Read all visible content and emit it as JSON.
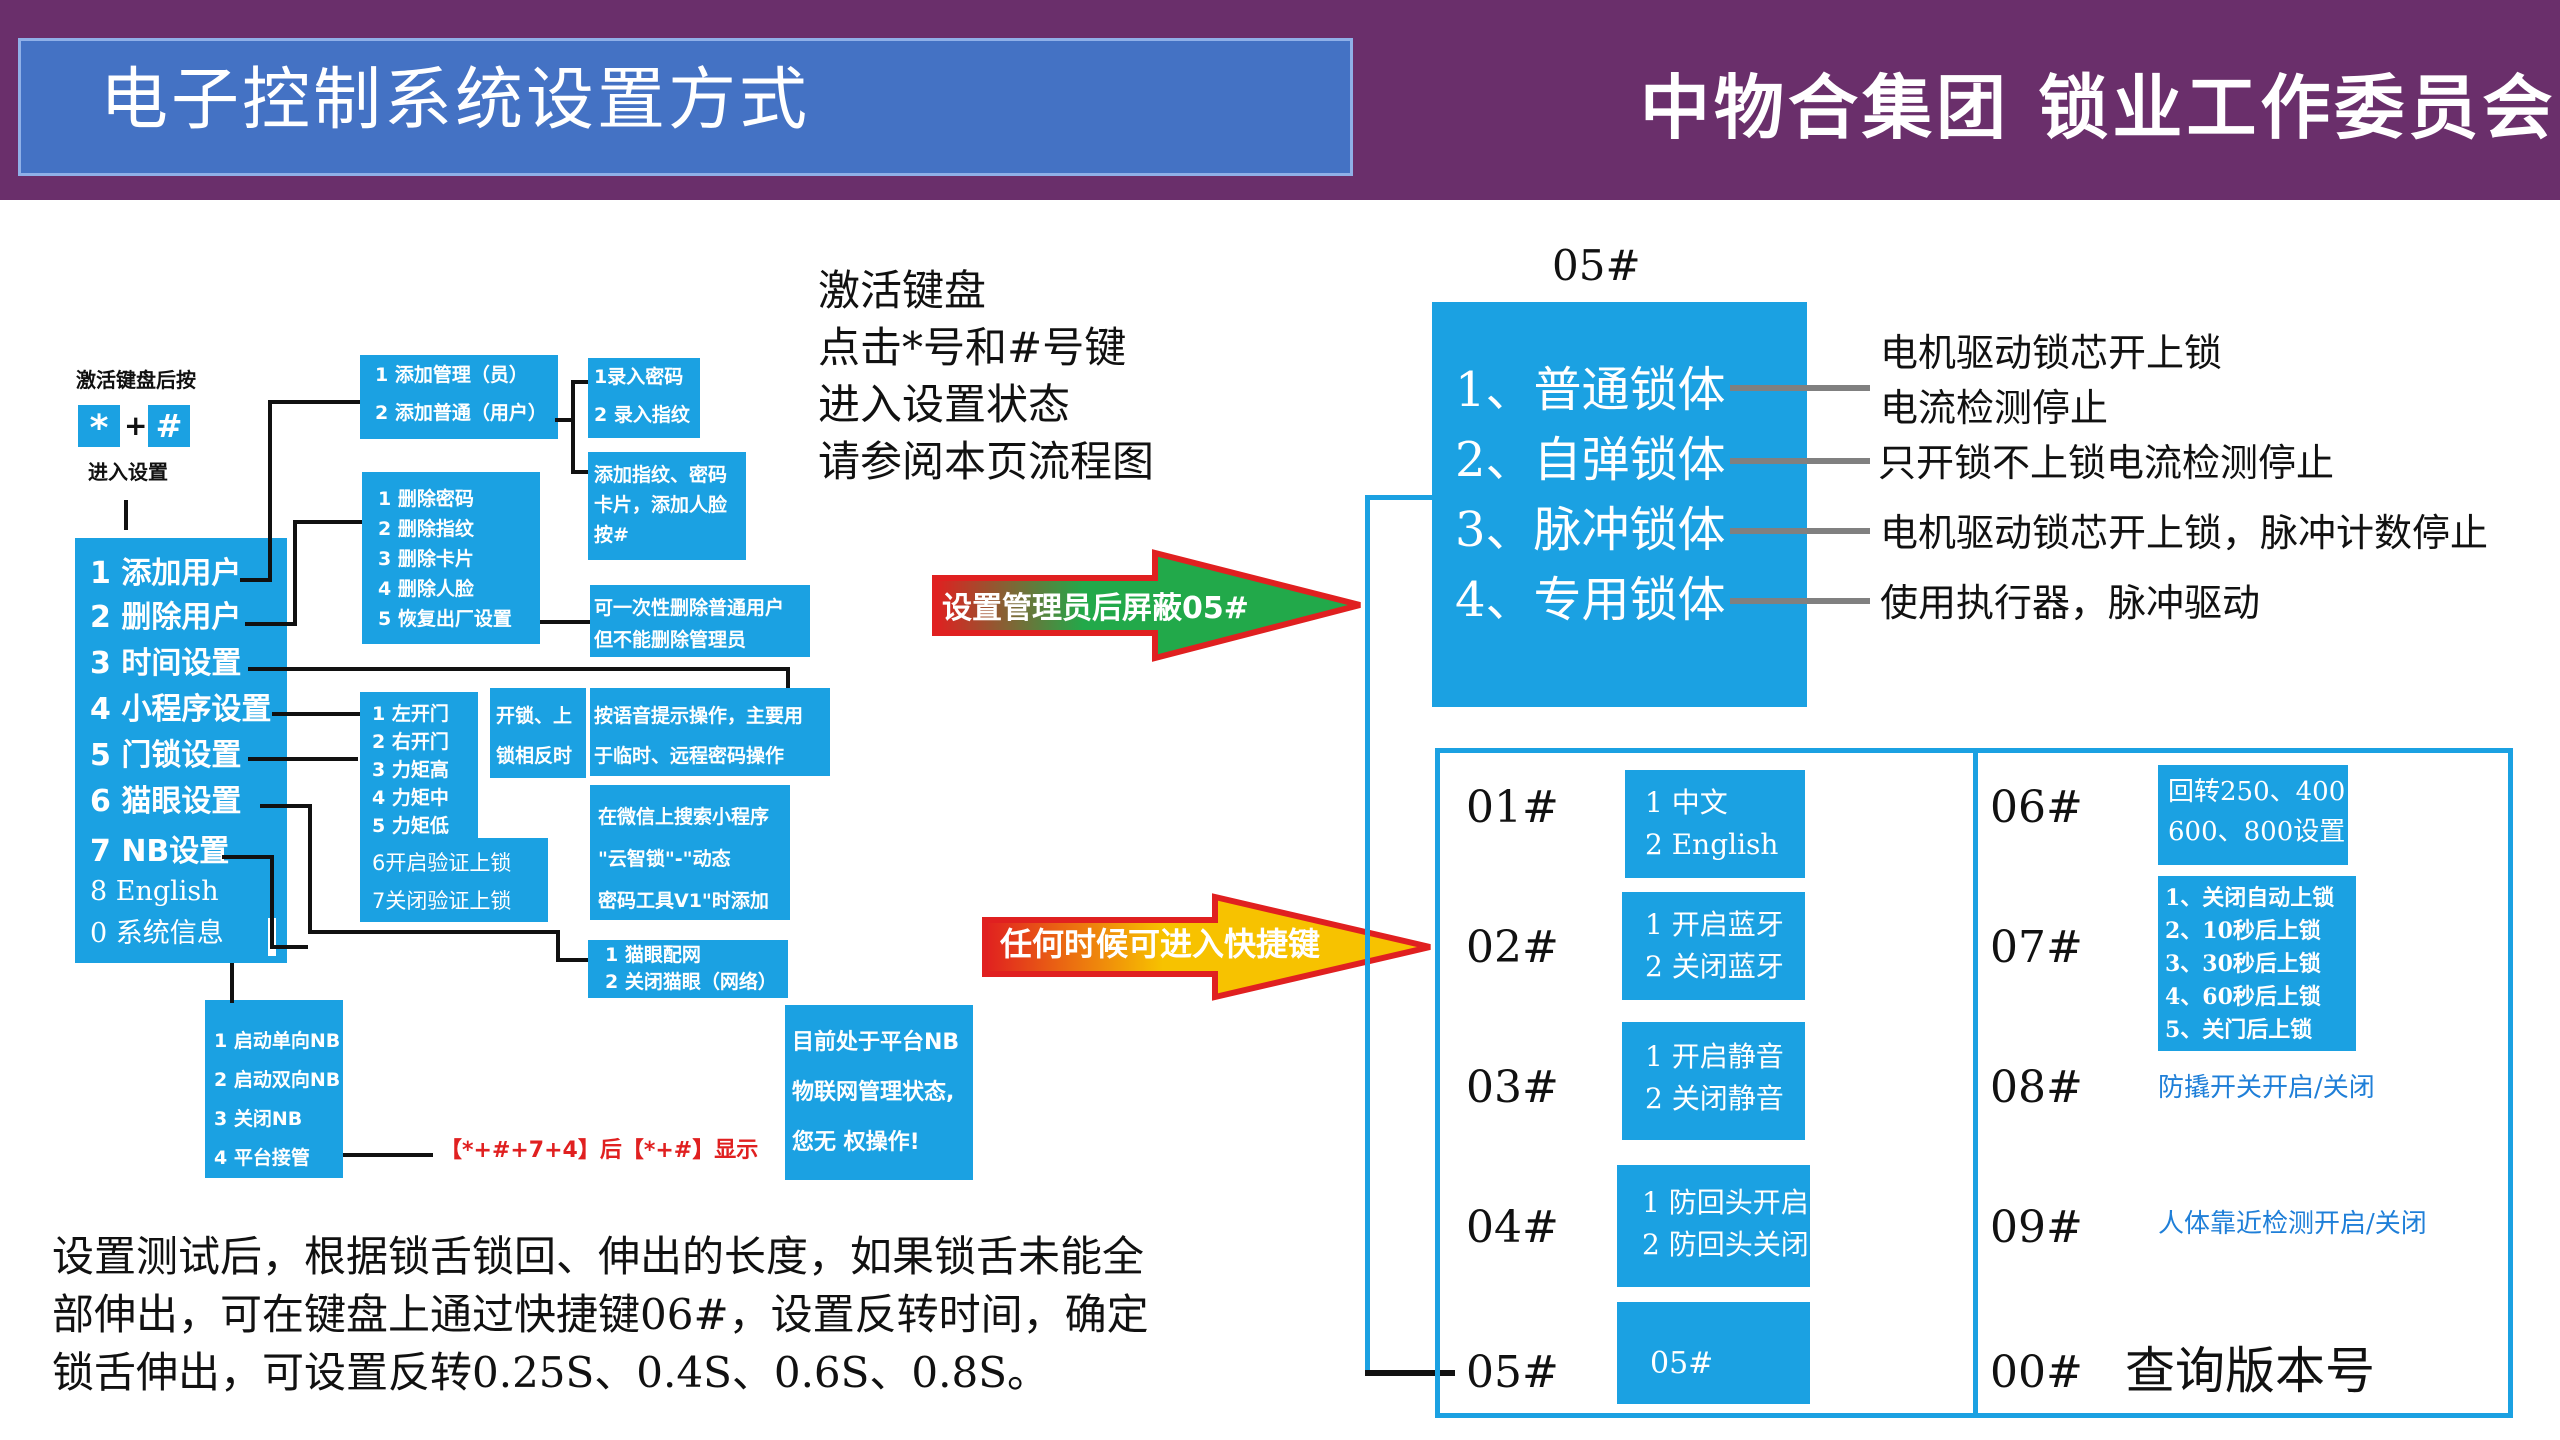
{
  "header": {
    "title": "电子控制系统设置方式",
    "org": "中物合集团 锁业工作委员会"
  },
  "activate": {
    "title": "激活键盘后按",
    "key_star": "*",
    "plus": "+",
    "key_hash": "#",
    "enter": "进入设置"
  },
  "main_menu": [
    "1 添加用户",
    "2 删除用户",
    "3 时间设置",
    "4 小程序设置",
    "5 门锁设置",
    "6 猫眼设置",
    "7 NB设置",
    "8 English",
    "0  系统信息"
  ],
  "add_user": {
    "items": [
      "1 添加管理（员）",
      "2 添加普通（用户）"
    ],
    "record": [
      "1录入密码",
      "2 录入指纹"
    ],
    "note": [
      "添加指纹、密码",
      "卡片，添加人脸",
      "按#"
    ]
  },
  "delete_user": {
    "items": [
      "1 删除密码",
      "2 删除指纹",
      "3 删除卡片",
      "4 删除人脸",
      "5 恢复出厂设置"
    ],
    "note": [
      "可一次性删除普通用户",
      "但不能删除管理员"
    ]
  },
  "door_lock": {
    "items": [
      "1 左开门",
      "2 右开门",
      "3 力矩高",
      "4 力矩中",
      "5 力矩低",
      "6开启验证上锁",
      "7关闭验证上锁"
    ],
    "open_lock": [
      "开锁、上",
      "锁相反时"
    ],
    "voice_note": [
      "按语音提示操作，主要用",
      "于临时、远程密码操作"
    ]
  },
  "mini_program": [
    "在微信上搜索小程序",
    "\"云智锁\"-\"动态",
    "密码工具V1\"时添加"
  ],
  "cat_eye": [
    "1 猫眼配网",
    "2 关闭猫眼（网络）"
  ],
  "nb": {
    "items": [
      "1 启动单向NB",
      "2 启动双向NB",
      "3 关闭NB",
      "4 平台接管"
    ],
    "hint": "【*+#+7+4】后【*+#】显示",
    "platform_note": [
      "目前处于平台NB",
      "物联网管理状态,",
      "您无 权操作!"
    ]
  },
  "keyboard_note": [
    "激活键盘",
    "点击*号和#号键",
    "进入设置状态",
    "请参阅本页流程图"
  ],
  "arrow_admin": "设置管理员后屏蔽05#",
  "arrow_shortcut": "任何时候可进入快捷键",
  "lock_body": {
    "code": "05#",
    "items": [
      "1、普通锁体",
      "2、自弹锁体",
      "3、脉冲锁体",
      "4、专用锁体"
    ],
    "desc": [
      "电机驱动锁芯开上锁",
      "电流检测停止",
      "只开锁不上锁电流检测停止",
      "电机驱动锁芯开上锁，脉冲计数停止",
      "使用执行器，脉冲驱动"
    ]
  },
  "shortcuts_left": [
    {
      "code": "01#",
      "lines": [
        "1 中文",
        "2 English"
      ]
    },
    {
      "code": "02#",
      "lines": [
        "1 开启蓝牙",
        "2 关闭蓝牙"
      ]
    },
    {
      "code": "03#",
      "lines": [
        "1 开启静音",
        "2 关闭静音"
      ]
    },
    {
      "code": "04#",
      "lines": [
        "1 防回头开启",
        "2 防回头关闭"
      ]
    },
    {
      "code": "05#",
      "lines": [
        "05#"
      ]
    }
  ],
  "shortcuts_right": [
    {
      "code": "06#",
      "lines": [
        "回转250、400",
        "600、800设置"
      ]
    },
    {
      "code": "07#",
      "lines": [
        "1、关闭自动上锁",
        "2、10秒后上锁",
        "3、30秒后上锁",
        "4、60秒后上锁",
        "5、关门后上锁"
      ]
    },
    {
      "code": "08#",
      "text": "防撬开关开启/关闭"
    },
    {
      "code": "09#",
      "text": "人体靠近检测开启/关闭"
    },
    {
      "code": "00#",
      "text": "查询版本号"
    }
  ],
  "bottom_note": [
    "设置测试后，根据锁舌锁回、伸出的长度，如果锁舌未能全",
    "部伸出，可在键盘上通过快捷键06#，设置反转时间，确定",
    "锁舌伸出，可设置反转0.25S、0.4S、0.6S、0.8S。"
  ],
  "colors": {
    "header": "#6a2f6b",
    "title_box": "#4472c4",
    "box": "#1ba1e2",
    "hint_red": "#e02020",
    "link_blue": "#1f7fd8"
  }
}
